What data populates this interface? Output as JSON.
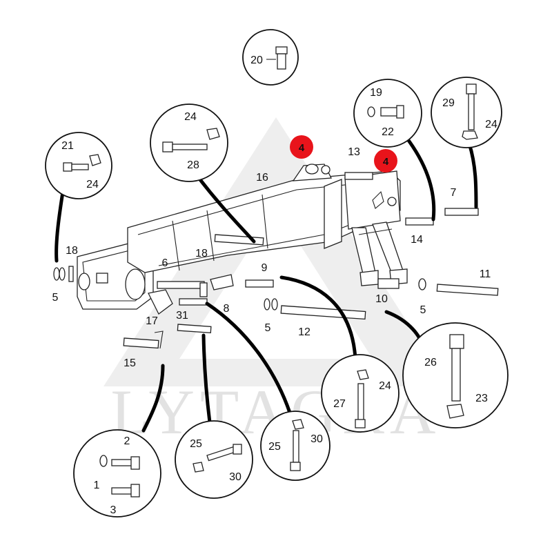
{
  "diagram": {
    "watermark": "LYTAGRA",
    "highlight_color": "#e8141b",
    "callouts": {
      "c20": [
        "20"
      ],
      "c19": [
        "19",
        "22"
      ],
      "c29": [
        "29",
        "24"
      ],
      "c24": [
        "24",
        "28"
      ],
      "c21": [
        "21",
        "24"
      ],
      "c1": [
        "2",
        "1",
        "3"
      ],
      "c25": [
        "25",
        "30"
      ],
      "c25b": [
        "25",
        "30"
      ],
      "c27": [
        "24",
        "27"
      ],
      "c26": [
        "26",
        "23"
      ]
    },
    "hotspots": [
      "4",
      "4"
    ],
    "main_labels": {
      "p16": "16",
      "p13": "13",
      "p7": "7",
      "p14": "14",
      "p18a": "18",
      "p5a": "5",
      "p6": "6",
      "p18b": "18",
      "p9": "9",
      "p11": "11",
      "p10": "10",
      "p5b": "5",
      "p8": "8",
      "p5c": "5",
      "p31": "31",
      "p17": "17",
      "p12": "12",
      "p15": "15"
    }
  }
}
